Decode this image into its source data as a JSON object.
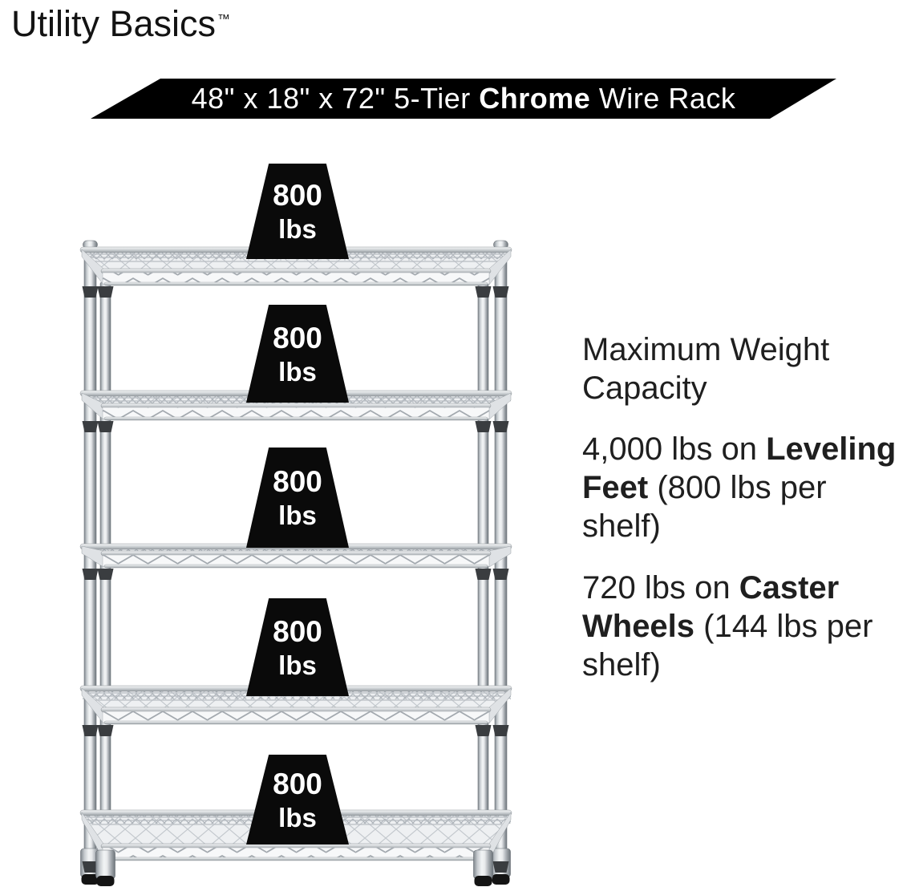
{
  "brand": {
    "name": "Utility Basics",
    "trademark": "™"
  },
  "banner": {
    "title_runs": [
      {
        "t": "48\" x 18\" x 72\" 5-Tier ",
        "b": false
      },
      {
        "t": "Chrome",
        "b": true
      },
      {
        "t": " Wire Rack",
        "b": false
      }
    ]
  },
  "badges": [
    {
      "value": "800",
      "unit": "lbs"
    },
    {
      "value": "800",
      "unit": "lbs"
    },
    {
      "value": "800",
      "unit": "lbs"
    },
    {
      "value": "800",
      "unit": "lbs"
    },
    {
      "value": "800",
      "unit": "lbs"
    }
  ],
  "info": {
    "heading_lines": [
      [
        {
          "t": "Maximum Weight",
          "b": false
        }
      ],
      [
        {
          "t": "Capacity",
          "b": false
        }
      ]
    ],
    "leveling_lines": [
      [
        {
          "t": "4,000 lbs on ",
          "b": false
        },
        {
          "t": "Leveling",
          "b": true
        }
      ],
      [
        {
          "t": "Feet",
          "b": true
        },
        {
          "t": " (800 lbs per",
          "b": false
        }
      ],
      [
        {
          "t": "shelf)",
          "b": false
        }
      ]
    ],
    "caster_lines": [
      [
        {
          "t": "720 lbs on ",
          "b": false
        },
        {
          "t": "Caster",
          "b": true
        }
      ],
      [
        {
          "t": "Wheels",
          "b": true
        },
        {
          "t": " (144 lbs per",
          "b": false
        }
      ],
      [
        {
          "t": "shelf)",
          "b": false
        }
      ]
    ]
  },
  "rack": {
    "tier_count": 5,
    "per_shelf_capacity_lbs": 800
  },
  "colors": {
    "background": "#ffffff",
    "banner_bg": "#000000",
    "banner_text": "#ffffff",
    "badge_bg": "#0a0a0a",
    "badge_text": "#ffffff",
    "body_text": "#1f1f1f",
    "logo_text": "#131313"
  }
}
